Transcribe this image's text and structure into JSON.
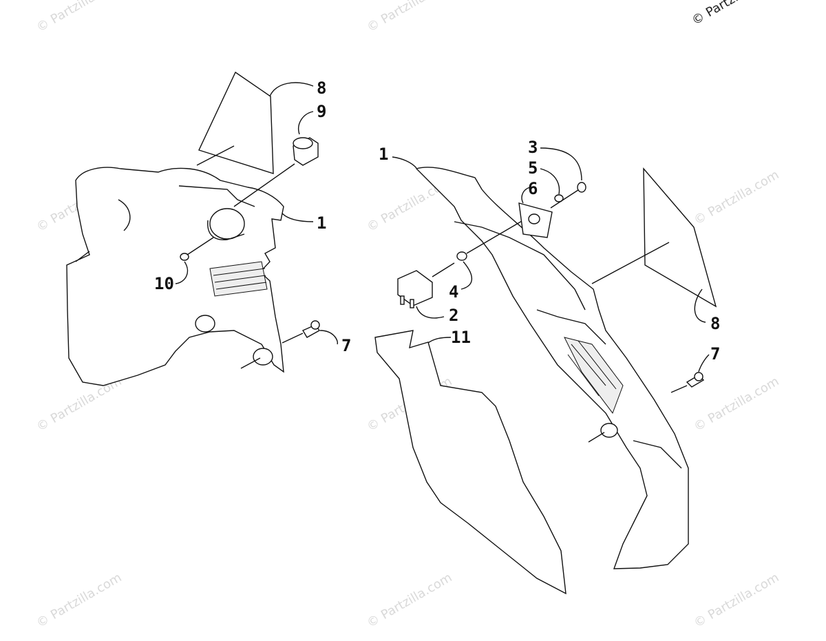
{
  "copyright": "© Partzilla",
  "watermark": "© Partzilla.com",
  "callouts": {
    "l8": "8",
    "l9": "9",
    "l1": "1",
    "l10": "10",
    "l7": "7",
    "r1": "1",
    "r3": "3",
    "r5": "5",
    "r6": "6",
    "r4": "4",
    "r2": "2",
    "r11": "11",
    "r8": "8",
    "r7": "7"
  }
}
